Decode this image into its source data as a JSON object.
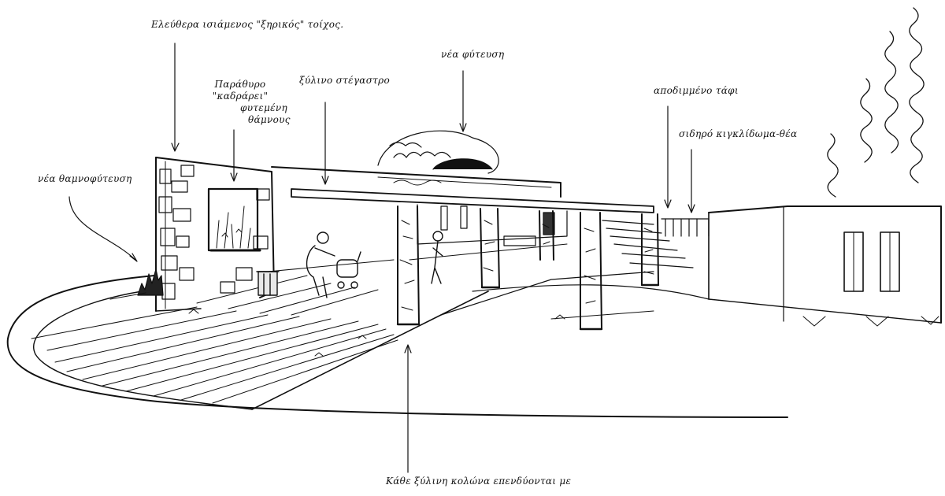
{
  "annotations": {
    "stone_wall": "Ελεύθερα ισιάμενος \"ξηρικός\" τοίχος.",
    "window": [
      "Παράθυρο",
      "\"καδράρει\"",
      "φυτεμένη",
      "θάμνους"
    ],
    "wood_roof": "ξύλινο στέγαστρο",
    "new_planting_top": "νέα φύτευση",
    "retaining_wall": "αποδιμμένο τάφι",
    "iron_railing": "σιδηρό κιγκλίδωμα-θέα",
    "new_planting_left": "νέα θαμνοφύτευση",
    "stone_columns": [
      "Κάθε ξύλινη κολώνα",
      "επενδύονται με"
    ]
  },
  "colors": {
    "ink": "#111111",
    "paper": "#ffffff"
  }
}
